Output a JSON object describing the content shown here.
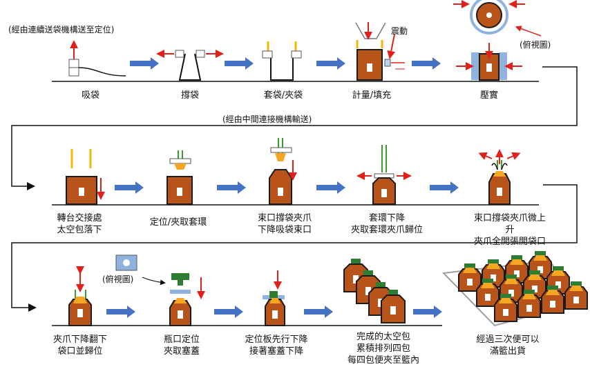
{
  "notes": {
    "row1_transport": "(經由連續送袋機構送至定位)",
    "row2_transport": "(經由中間連接機構輸送)",
    "vibration": "震動",
    "top_view_1": "(俯視圖)",
    "top_view_2": "(俯視圖)"
  },
  "steps": [
    {
      "id": "suction",
      "label": "吸袋"
    },
    {
      "id": "open",
      "label": "撐袋"
    },
    {
      "id": "clamp",
      "label": "套袋/夾袋"
    },
    {
      "id": "fill",
      "label": "計量/填充"
    },
    {
      "id": "press",
      "label": "壓實"
    },
    {
      "id": "drop",
      "label": "轉台交接處\n太空包落下"
    },
    {
      "id": "ring",
      "label": "定位/夾取套環"
    },
    {
      "id": "tie",
      "label": "束口撐袋夾爪\n下降吸袋束口"
    },
    {
      "id": "ring-down",
      "label": "套環下降\n夾取套環夾爪歸位"
    },
    {
      "id": "claw-up",
      "label": "束口撐袋夾爪微上升\n夾爪全開張開袋口"
    },
    {
      "id": "fold",
      "label": "夾爪下降翻下\n袋口並歸位"
    },
    {
      "id": "cap",
      "label": "瓶口定位\n夾取塞蓋"
    },
    {
      "id": "plate",
      "label": "定位板先行下降\n接著塞蓋下降"
    },
    {
      "id": "stack",
      "label": "完成的太空包\n累積排列四包\n每四包便夾至籃內"
    },
    {
      "id": "basket",
      "label": "經過三次便可以\n滿籃出貨"
    }
  ],
  "colors": {
    "bag_fill": "#b8541a",
    "bag_outline": "#1a1a1a",
    "arrow_blue": "#4472c4",
    "arrow_red": "#e0201b",
    "clip_yellow": "#f2b705",
    "cap_orange": "#f5a623",
    "neck_green": "#3c9a2e",
    "cap_dark_green": "#2e7d32",
    "plate_blue": "#8fb3de",
    "frame_gray": "#9e9e9e"
  }
}
